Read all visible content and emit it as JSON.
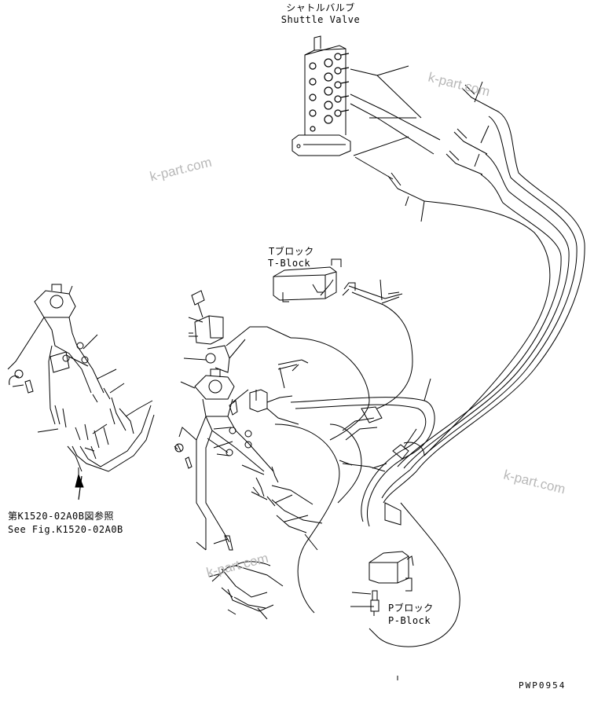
{
  "labels": {
    "shuttle_valve_jp": "シャトルバルブ",
    "shuttle_valve_en": "Shuttle Valve",
    "t_block_jp": "Tブロック",
    "t_block_en": "T-Block",
    "p_block_jp": "Pブロック",
    "p_block_en": "P-Block",
    "see_fig_jp": "第K1520-02A0B図参照",
    "see_fig_en": "See Fig.K1520-02A0B",
    "drawing_code": "PWP0954"
  },
  "watermarks": [
    "k-part.com",
    "k-part.com",
    "k-part.com",
    "k-part.com"
  ],
  "colors": {
    "line": "#000000",
    "watermark": "#b8b8b8",
    "background": "#ffffff"
  }
}
